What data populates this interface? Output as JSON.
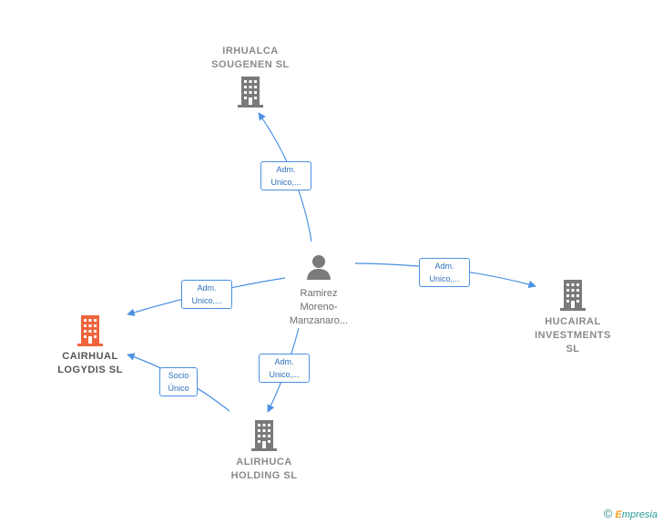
{
  "nodes": {
    "irhualca": {
      "label": "IRHUALCA\nSOUGENEN  SL"
    },
    "person": {
      "label": "Ramirez\nMoreno-\nManzanaro..."
    },
    "hucairal": {
      "label": "HUCAIRAL\nINVESTMENTS\nSL"
    },
    "cairhual": {
      "label": "CAIRHUAL\nLOGYDIS  SL"
    },
    "alirhuca": {
      "label": "ALIRHUCA\nHOLDING  SL"
    }
  },
  "edges": {
    "to_irhualca": {
      "label": "Adm.\nUnico,..."
    },
    "to_hucairal": {
      "label": "Adm.\nUnico,..."
    },
    "to_cairhual": {
      "label": "Adm.\nUnico,..."
    },
    "to_alirhuca": {
      "label": "Adm.\nUnico,..."
    },
    "alirhuca_to_cairhual": {
      "label": "Socio\nÚnico"
    }
  },
  "colors": {
    "edge": "#4a90e2",
    "building": "#7a7a7a",
    "building_main": "#f0643c",
    "person": "#7a7a7a"
  },
  "footer": {
    "copyright": "©",
    "brand_initial": "E",
    "brand_rest": "mpresia"
  }
}
